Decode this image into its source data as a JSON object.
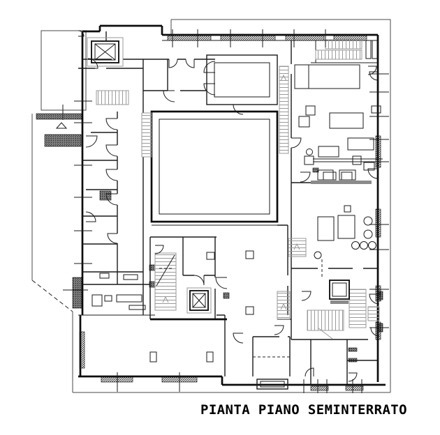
{
  "title": {
    "text": "PIANTA PIANO SEMINTERRATO"
  },
  "drawing": {
    "type": "architectural-floor-plan",
    "style": "CAD line drawing, black on white",
    "colors": {
      "background": "#ffffff",
      "walls": "#1a1a1a",
      "stair_gray": "#9a9a9a",
      "heavy_wall_gray": "#8a8a8a"
    },
    "features": [
      "outer-property-boundary",
      "annex-outbuilding",
      "central-courtyard",
      "elevator-shaft-northwest",
      "elevator-shaft-center",
      "staircase-northwest",
      "staircase-courtyard-west",
      "staircase-courtyard-east",
      "staircase-northeast",
      "staircase-center-main",
      "staircase-southeast",
      "door-swings",
      "window-hatching",
      "furniture",
      "round-fixtures",
      "columns",
      "dashed-projection-lines"
    ]
  }
}
